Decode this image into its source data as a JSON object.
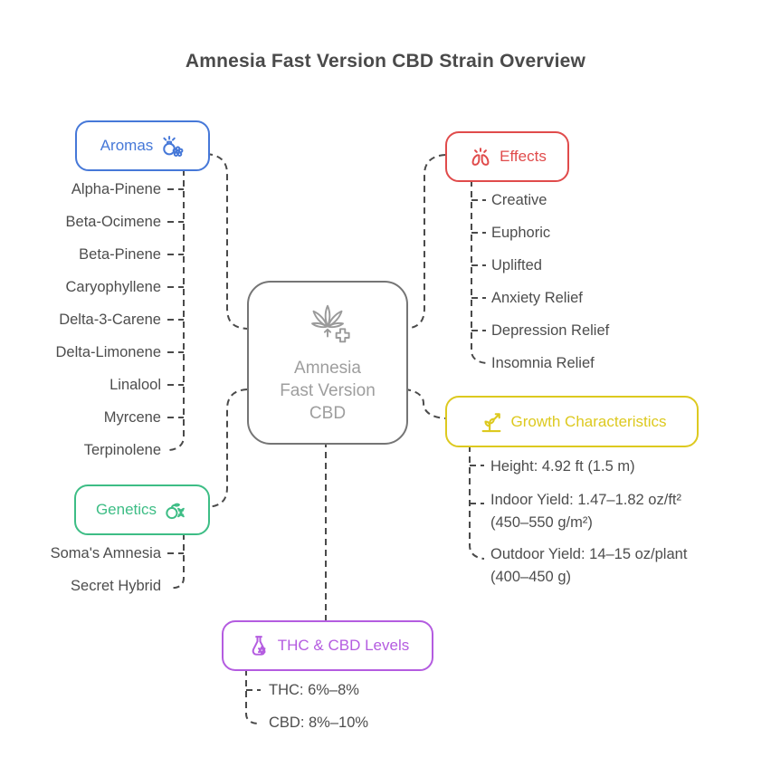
{
  "title": "Amnesia Fast Version CBD Strain Overview",
  "center": {
    "line1": "Amnesia",
    "line2": "Fast Version",
    "line3": "CBD",
    "icon": "cannabis-leaf-medical-icon",
    "border_color": "#757575",
    "text_color": "#9e9e9e"
  },
  "connector_color": "#4a4a4a",
  "branches": {
    "aromas": {
      "label": "Aromas",
      "color": "#4678d8",
      "icon": "perfume-spray-icon",
      "items": [
        "Alpha-Pinene",
        "Beta-Ocimene",
        "Beta-Pinene",
        "Caryophyllene",
        "Delta-3-Carene",
        "Delta-Limonene",
        "Linalool",
        "Myrcene",
        "Terpinolene"
      ]
    },
    "effects": {
      "label": "Effects",
      "color": "#e04b4b",
      "icon": "lungs-icon",
      "items": [
        "Creative",
        "Euphoric",
        "Uplifted",
        "Anxiety Relief",
        "Depression Relief",
        "Insomnia Relief"
      ]
    },
    "growth": {
      "label": "Growth Characteristics",
      "color": "#ddc91f",
      "icon": "plant-growth-chart-icon",
      "items": [
        "Height: 4.92 ft (1.5 m)",
        "Indoor Yield: 1.47–1.82 oz/ft²\n(450–550 g/m²)",
        "Outdoor Yield: 14–15 oz/plant\n(400–450 g)"
      ]
    },
    "genetics": {
      "label": "Genetics",
      "color": "#3dbd85",
      "icon": "apple-dna-icon",
      "items": [
        "Soma's Amnesia",
        "Secret Hybrid"
      ]
    },
    "thc_cbd": {
      "label": "THC & CBD Levels",
      "color": "#b45ce0",
      "icon": "flask-leaf-icon",
      "items": [
        "THC: 6%–8%",
        "CBD: 8%–10%"
      ]
    }
  }
}
